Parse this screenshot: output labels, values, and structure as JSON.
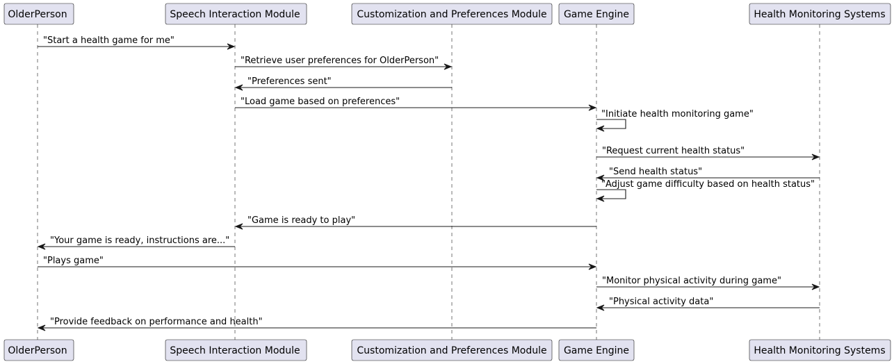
{
  "participants": [
    {
      "id": "older",
      "label": "OlderPerson"
    },
    {
      "id": "speech",
      "label": "Speech Interaction Module"
    },
    {
      "id": "custom",
      "label": "Customization and Preferences Module"
    },
    {
      "id": "engine",
      "label": "Game Engine"
    },
    {
      "id": "health",
      "label": "Health Monitoring Systems"
    }
  ],
  "messages": [
    {
      "from": "older",
      "to": "speech",
      "text": "\"Start a health game for me\""
    },
    {
      "from": "speech",
      "to": "custom",
      "text": "\"Retrieve user preferences for OlderPerson\""
    },
    {
      "from": "custom",
      "to": "speech",
      "text": "\"Preferences sent\""
    },
    {
      "from": "speech",
      "to": "engine",
      "text": "\"Load game based on preferences\""
    },
    {
      "from": "engine",
      "to": "engine",
      "text": "\"Initiate health monitoring game\""
    },
    {
      "from": "engine",
      "to": "health",
      "text": "\"Request current health status\""
    },
    {
      "from": "health",
      "to": "engine",
      "text": "\"Send health status\""
    },
    {
      "from": "engine",
      "to": "engine",
      "text": "\"Adjust game difficulty based on health status\""
    },
    {
      "from": "engine",
      "to": "speech",
      "text": "\"Game is ready to play\""
    },
    {
      "from": "speech",
      "to": "older",
      "text": "\"Your game is ready, instructions are...\""
    },
    {
      "from": "older",
      "to": "engine",
      "text": "\"Plays game\""
    },
    {
      "from": "engine",
      "to": "health",
      "text": "\"Monitor physical activity during game\""
    },
    {
      "from": "health",
      "to": "engine",
      "text": "\"Physical activity data\""
    },
    {
      "from": "engine",
      "to": "older",
      "text": "\"Provide feedback on performance and health\""
    }
  ]
}
